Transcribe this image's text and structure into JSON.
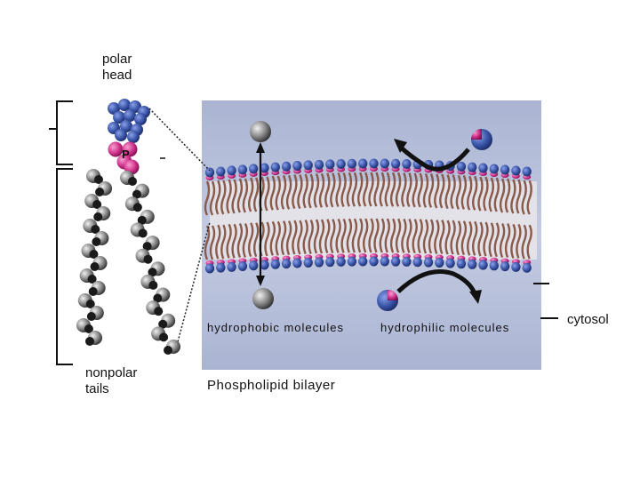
{
  "labels": {
    "polar_head": "polar\nhead",
    "phosphate": "P",
    "nonpolar_tails": "nonpolar\ntails",
    "hydrophobic": "hydrophobic molecules",
    "hydrophilic": "hydrophilic molecules",
    "cytosol": "cytosol",
    "bilayer_title": "Phospholipid bilayer"
  },
  "colors": {
    "membrane_background": "#bcc4dc",
    "head_blue": "#3a55a8",
    "head_pink": "#d0308a",
    "tail_brown": "#8a5a4a",
    "tail_gray": "#707070",
    "molecule_gray": "#9a9a9a",
    "arrow_black": "#111111"
  }
}
